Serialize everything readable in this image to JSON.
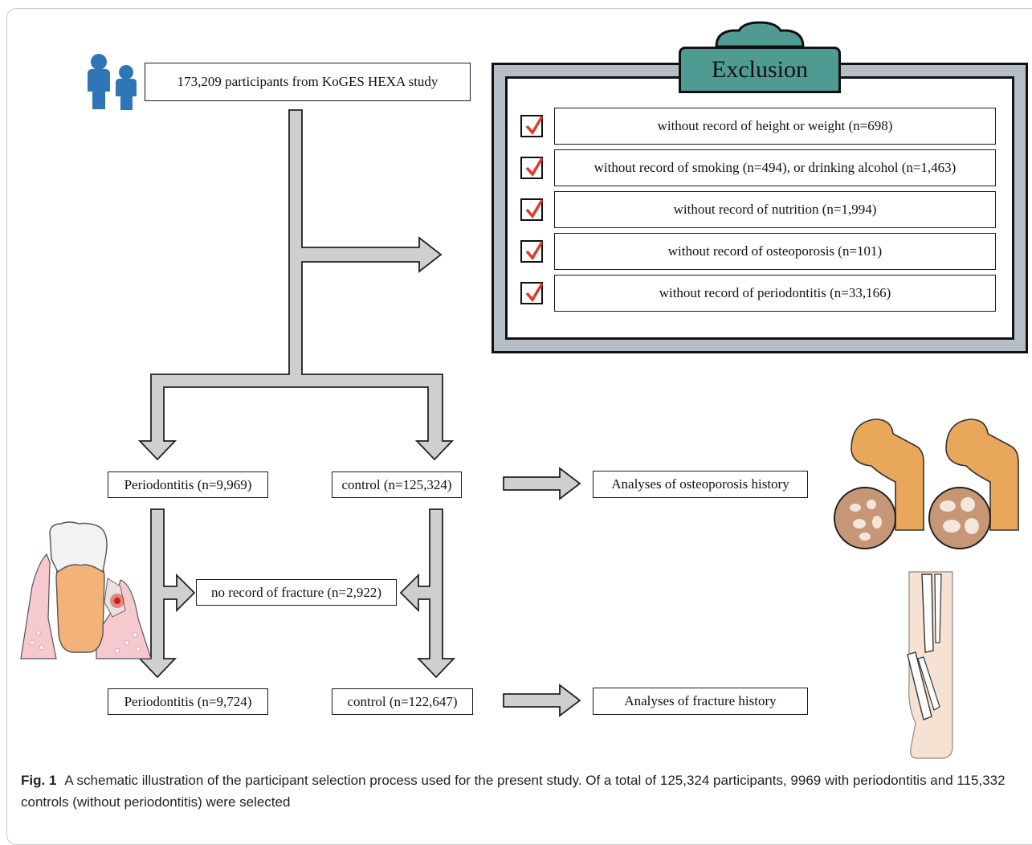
{
  "source_box": "173,209 participants from KoGES HEXA study",
  "exclusion": {
    "title": "Exclusion",
    "items": [
      "without record of height or weight (n=698)",
      "without record of smoking (n=494), or drinking alcohol (n=1,463)",
      "without record of nutrition (n=1,994)",
      "without record of osteoporosis (n=101)",
      "without record of periodontitis (n=33,166)"
    ]
  },
  "groups": {
    "periodontitis_1": "Periodontitis (n=9,969)",
    "control_1": "control (n=125,324)",
    "analysis_1": "Analyses of osteoporosis history",
    "no_fracture": "no record of fracture (n=2,922)",
    "periodontitis_2": "Periodontitis (n=9,724)",
    "control_2": "control (n=122,647)",
    "analysis_2": "Analyses of fracture history"
  },
  "caption": {
    "label": "Fig. 1",
    "text": "A schematic illustration of the participant selection process used for the present study. Of a total of 125,324 participants, 9969 with periodontitis and 115,332 controls (without periodontitis) were selected"
  },
  "colors": {
    "arrow_fill": "#cfcfcf",
    "exclusion_title_bg": "#4f9a93",
    "exclusion_panel_bg": "#b6bec5",
    "check_mark": "#e03a2a",
    "people_icon": "#2f76b9"
  }
}
